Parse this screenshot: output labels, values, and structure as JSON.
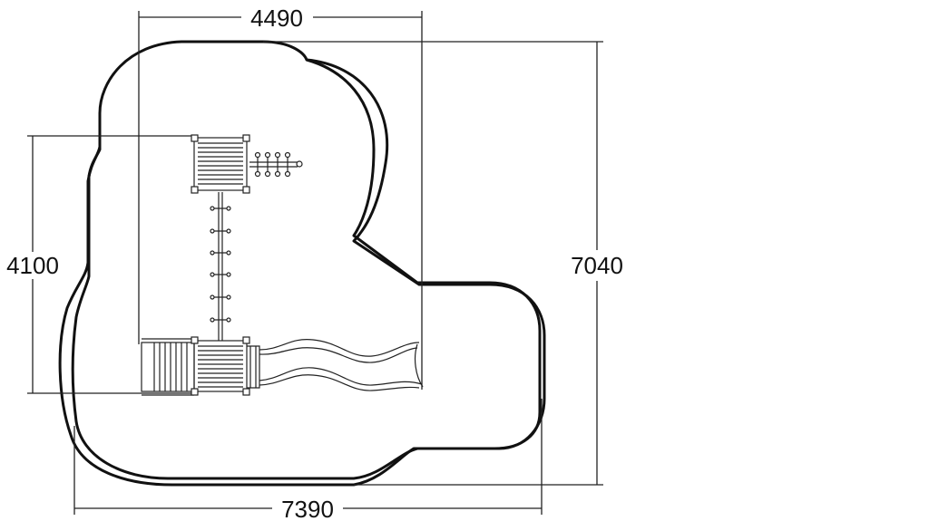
{
  "dimensions": {
    "top_width": "4490",
    "left_height": "4100",
    "right_height": "7040",
    "bottom_width": "7390"
  },
  "colors": {
    "line": "#111111",
    "background": "#ffffff"
  }
}
